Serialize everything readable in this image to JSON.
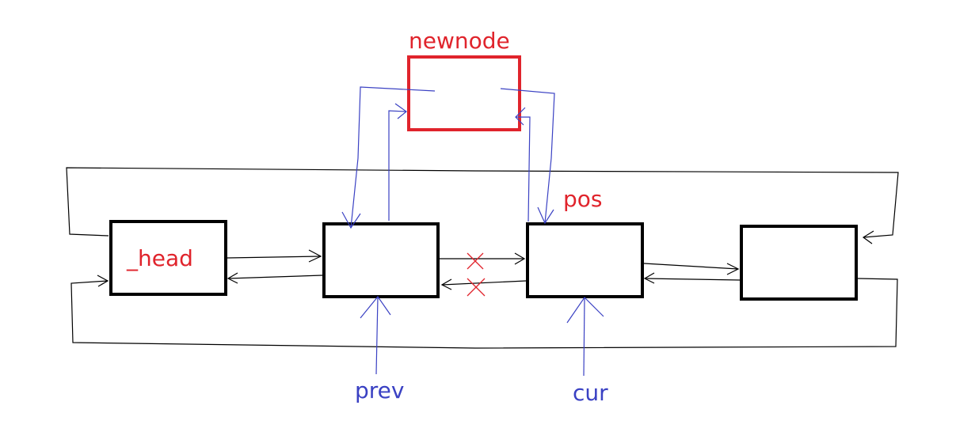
{
  "labels": {
    "newnode": "newnode",
    "head": "_head",
    "pos": "pos",
    "prev": "prev",
    "cur": "cur"
  },
  "colors": {
    "label_red": "#e0242c",
    "label_blue": "#3a41c3",
    "box_black": "#000000",
    "box_red": "#e0242c",
    "arrow_black": "#000000",
    "arrow_blue": "#3a41c3",
    "cross_red": "#e0242c"
  }
}
